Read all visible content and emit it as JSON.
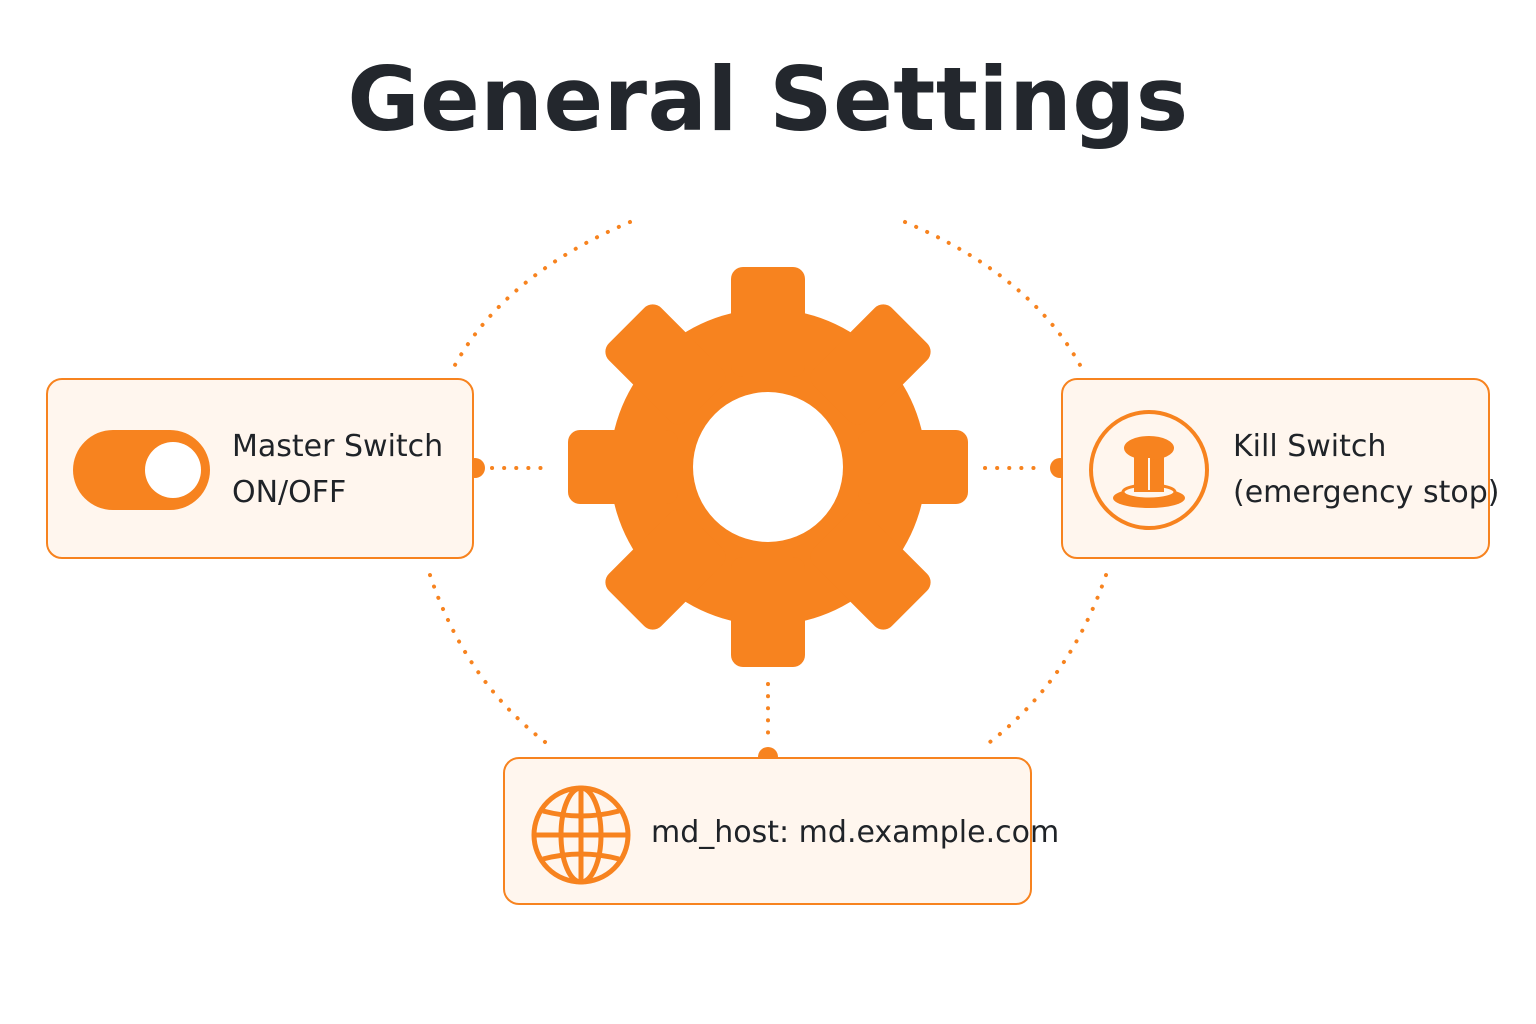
{
  "title": "General Settings",
  "colors": {
    "accent": "#f7831f",
    "card_background": "#fff6ee",
    "text": "#1f2328",
    "title": "#23272d"
  },
  "center": {
    "icon": "gear-icon"
  },
  "cards": {
    "master": {
      "icon": "toggle-switch-icon",
      "state": "on",
      "line1": "Master Switch",
      "line2": "ON/OFF"
    },
    "kill": {
      "icon": "emergency-stop-button-icon",
      "line1": "Kill Switch",
      "line2": "(emergency stop)"
    },
    "host": {
      "icon": "globe-icon",
      "label": "md_host: md.example.com"
    }
  }
}
